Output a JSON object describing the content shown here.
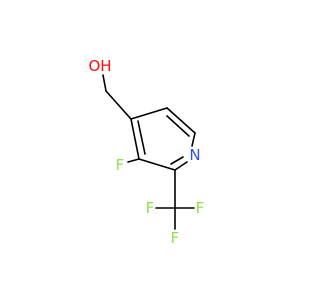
{
  "molecule": {
    "atoms": {
      "hydroxyl": {
        "label": "OH",
        "color": "#ff0d0d"
      },
      "nitrogen": {
        "label": "N",
        "color": "#3050f8"
      },
      "fluoro": {
        "label": "F",
        "color": "#90e050"
      },
      "cf3_f_top": {
        "label": "F",
        "color": "#90e050"
      },
      "cf3_f_left": {
        "label": "F",
        "color": "#90e050"
      },
      "cf3_f_bottom": {
        "label": "F",
        "color": "#90e050"
      }
    },
    "bond_color": "#000000"
  }
}
